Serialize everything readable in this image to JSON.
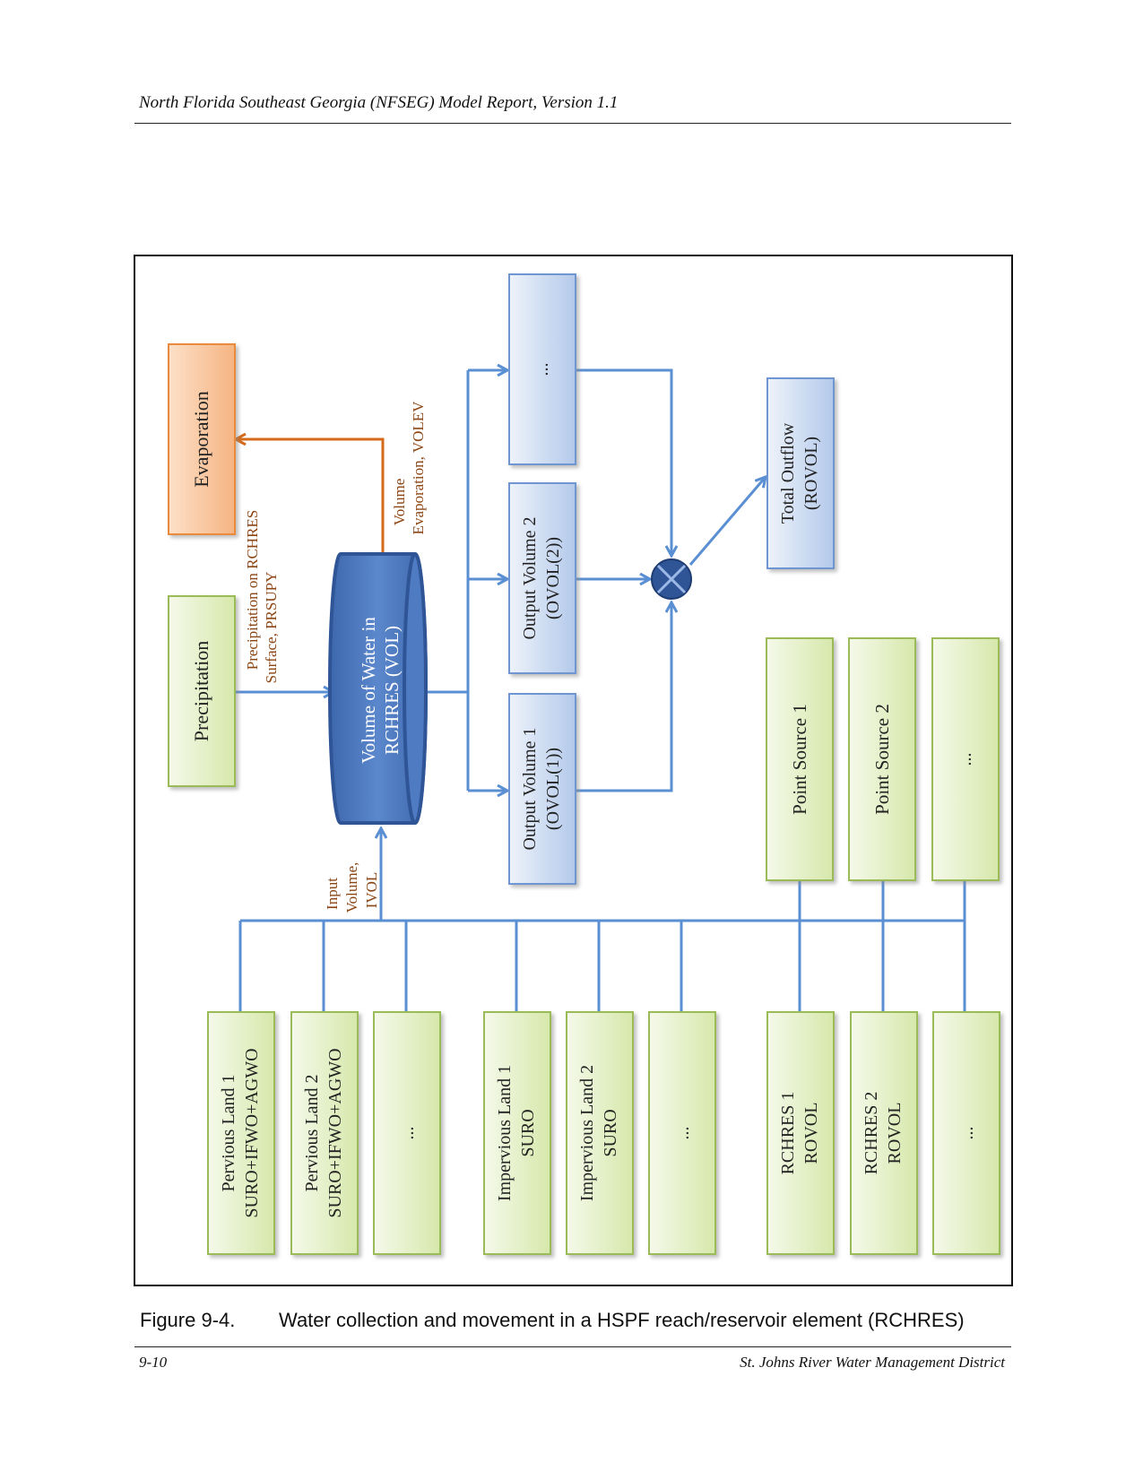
{
  "header": {
    "title": "North Florida Southeast Georgia (NFSEG) Model Report, Version 1.1"
  },
  "figure": {
    "boxes": {
      "evaporation": "Evaporation",
      "precipitation": "Precipitation",
      "reservoir_line1": "Volume of Water in",
      "reservoir_line2": "RCHRES (VOL)",
      "output_dots": "...",
      "output2_line1": "Output Volume 2",
      "output2_line2": "(OVOL(2))",
      "output1_line1": "Output Volume 1",
      "output1_line2": "(OVOL(1))",
      "total_line1": "Total Outflow",
      "total_line2": "(ROVOL)",
      "point_source_1": "Point Source 1",
      "point_source_2": "Point Source 2",
      "point_source_dots": "...",
      "pervious1_line1": "Pervious Land 1",
      "pervious1_line2": "SURO+IFWO+AGWO",
      "pervious2_line1": "Pervious Land 2",
      "pervious2_line2": "SURO+IFWO+AGWO",
      "pervious_dots": "...",
      "impervious1_line1": "Impervious Land 1",
      "impervious1_line2": "SURO",
      "impervious2_line1": "Impervious Land 2",
      "impervious2_line2": "SURO",
      "impervious_dots": "...",
      "rchres1_line1": "RCHRES 1",
      "rchres1_line2": "ROVOL",
      "rchres2_line1": "RCHRES 2",
      "rchres2_line2": "ROVOL",
      "rchres_dots": "..."
    },
    "labels": {
      "precip_line1": "Precipitation on RCHRES",
      "precip_line2": "Surface, PRSUPY",
      "evap_line1": "Volume",
      "evap_line2": "Evaporation, VOLEV",
      "input_line1": "Input",
      "input_line2": "Volume,",
      "input_line3": "IVOL"
    },
    "colors": {
      "green_fill": "#e3efc4",
      "green_stroke": "#9bbb59",
      "orange_fill": "#f9c9a2",
      "orange_stroke": "#e98a3e",
      "blue_box_fill": "#c9d9f0",
      "blue_box_stroke": "#6f96d1",
      "reservoir_fill": "#4f7bc3",
      "reservoir_stroke": "#2f5597",
      "connector_blue": "#5b8fd3",
      "connector_orange": "#d46a1a",
      "label_brown": "#8b4513",
      "junction": "#2f5597"
    }
  },
  "caption": {
    "label": "Figure 9-4.",
    "text": "Water collection and movement in a HSPF reach/reservoir element (RCHRES)"
  },
  "footer": {
    "page": "9-10",
    "org": "St. Johns River Water Management District"
  }
}
